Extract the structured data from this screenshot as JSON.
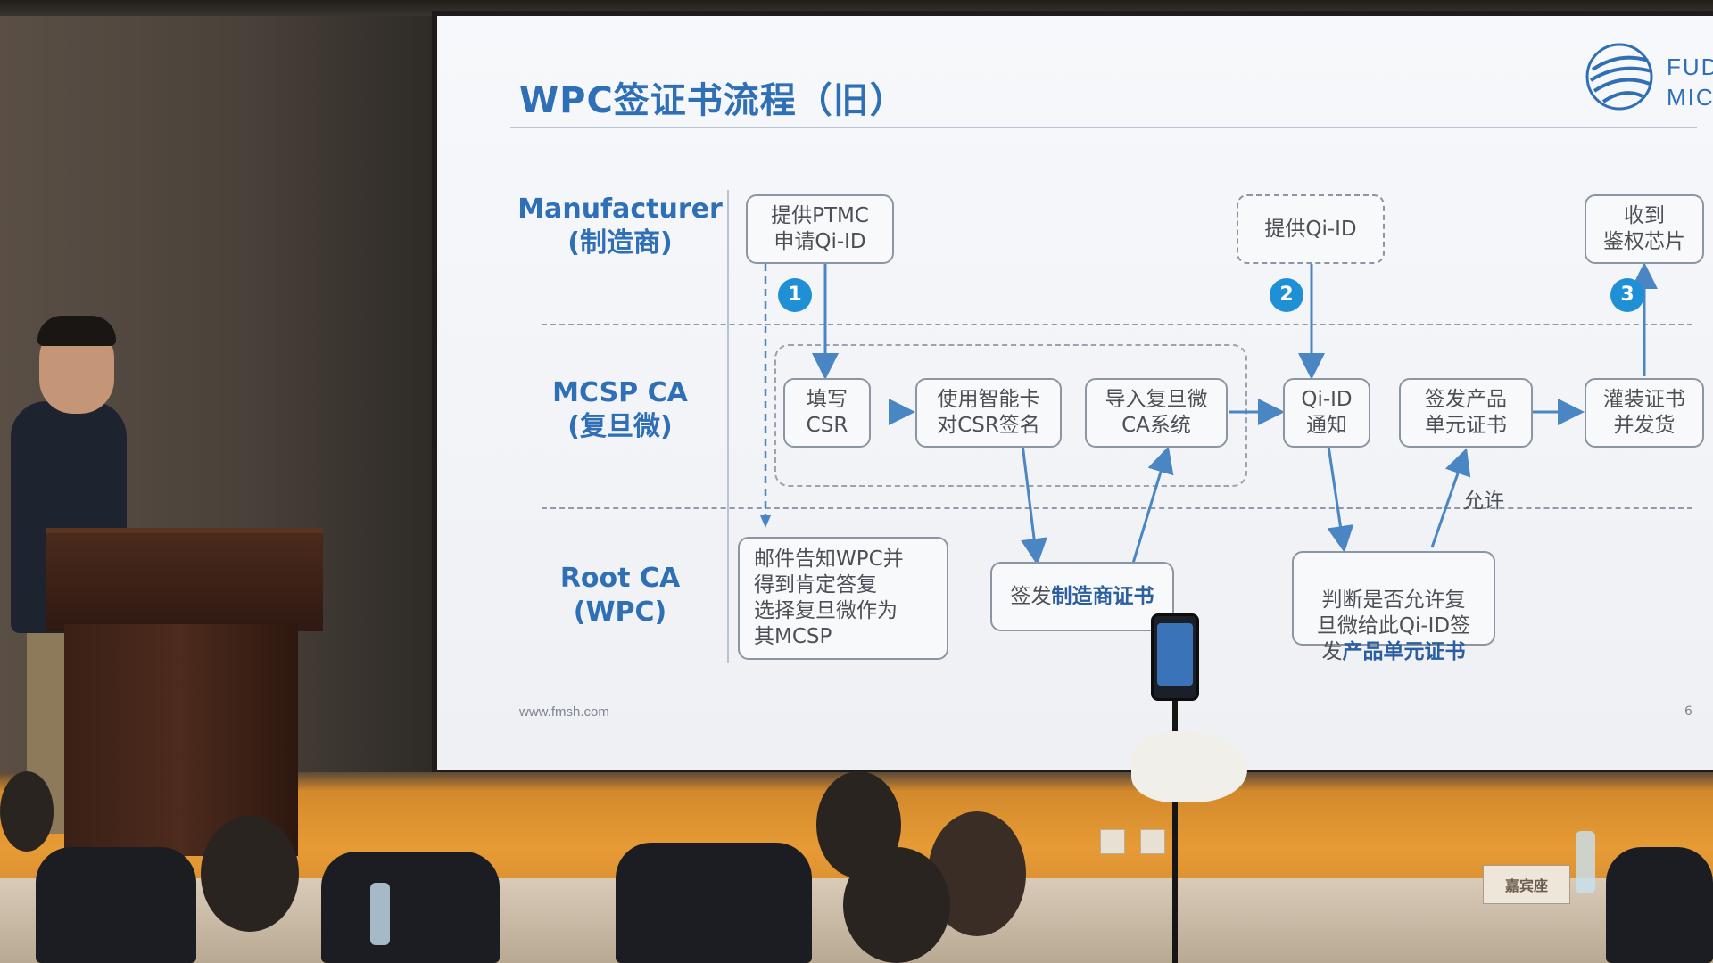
{
  "slide": {
    "title": "WPC签证书流程（旧）",
    "logo_text_1": "FUD",
    "logo_text_2": "MIC",
    "footer_url": "www.fmsh.com",
    "page_number": "6",
    "lanes": [
      {
        "line1": "Manufacturer",
        "line2": "(制造商)"
      },
      {
        "line1": "MCSP CA",
        "line2": "(复旦微)"
      },
      {
        "line1": "Root CA",
        "line2": "(WPC)"
      }
    ],
    "nodes": {
      "provide_ptmc": "提供PTMC\n申请Qi-ID",
      "provide_qiid": "提供Qi-ID",
      "receive_chip": "收到\n鉴权芯片",
      "fill_csr": "填写\nCSR",
      "smartcard_sign": "使用智能卡\n对CSR签名",
      "import_ca": "导入复旦微\nCA系统",
      "qiid_notify": "Qi-ID\n通知",
      "issue_product_cert": "签发产品\n单元证书",
      "fill_ship": "灌装证书\n并发货",
      "email_wpc": "邮件告知WPC并\n得到肯定答复\n选择复旦微作为\n其MCSP",
      "issue_mfr_prefix": "签发",
      "issue_mfr_bold": "制造商证书",
      "judge_prefix": "判断是否允许复\n旦微给此Qi-ID签\n发",
      "judge_bold": "产品单元证书"
    },
    "badges": [
      "1",
      "2",
      "3"
    ],
    "allow_label": "允许"
  },
  "scene": {
    "name_plate": "嘉宾座"
  }
}
